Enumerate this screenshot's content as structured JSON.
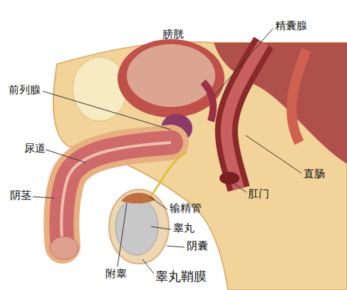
{
  "diagram": {
    "labels": [
      "膀胱",
      "精囊腺",
      "前列腺",
      "尿道",
      "直肠",
      "阴茎",
      "肛门",
      "输精管",
      "睾丸",
      "阴囊",
      "附睾",
      "睾丸鞘膜"
    ]
  }
}
